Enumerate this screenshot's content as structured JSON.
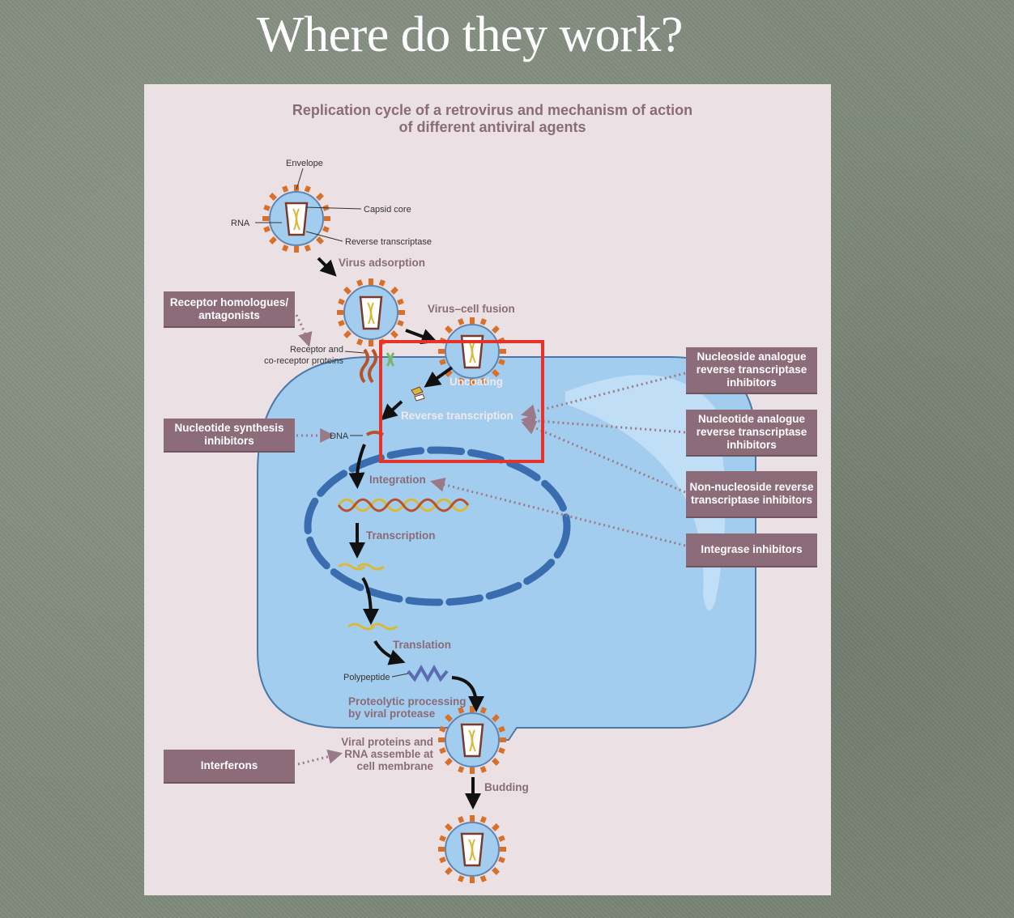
{
  "slide": {
    "title": "Where do they work?"
  },
  "figure": {
    "title_line1": "Replication cycle of a retrovirus and mechanism of action",
    "title_line2": "of different antiviral agents"
  },
  "virus_labels": {
    "envelope": "Envelope",
    "capsid_core": "Capsid core",
    "rna": "RNA",
    "reverse_transcriptase": "Reverse transcriptase",
    "receptor_line1": "Receptor and",
    "receptor_line2": "co-receptor proteins",
    "dna": "DNA",
    "polypeptide": "Polypeptide"
  },
  "steps": {
    "virus_adsorption": "Virus adsorption",
    "virus_cell_fusion": "Virus–cell fusion",
    "uncoating": "Uncoating",
    "reverse_transcription": "Reverse transcription",
    "integration": "Integration",
    "transcription": "Transcription",
    "translation": "Translation",
    "proteolytic_line1": "Proteolytic processing",
    "proteolytic_line2": "by viral protease",
    "assemble_line1": "Viral proteins and",
    "assemble_line2": "RNA assemble at",
    "assemble_line3": "cell membrane",
    "budding": "Budding"
  },
  "drug_boxes": {
    "receptor_homologues": "Receptor homologues/ antagonists",
    "nucleotide_synthesis": "Nucleotide synthesis inhibitors",
    "interferons": "Interferons",
    "nucleoside_analogue": "Nucleoside analogue reverse transcriptase inhibitors",
    "nucleotide_analogue": "Nucleotide analogue reverse transcriptase inhibitors",
    "non_nucleoside": "Non-nucleoside reverse transcriptase inhibitors",
    "integrase": "Integrase inhibitors"
  },
  "colors": {
    "panel": "#ebe1e4",
    "box": "#8c6c79",
    "cell": "#a3cdee",
    "nucleus": "#3a6db0",
    "label": "#8a6b78",
    "highlight": "#e63229"
  }
}
